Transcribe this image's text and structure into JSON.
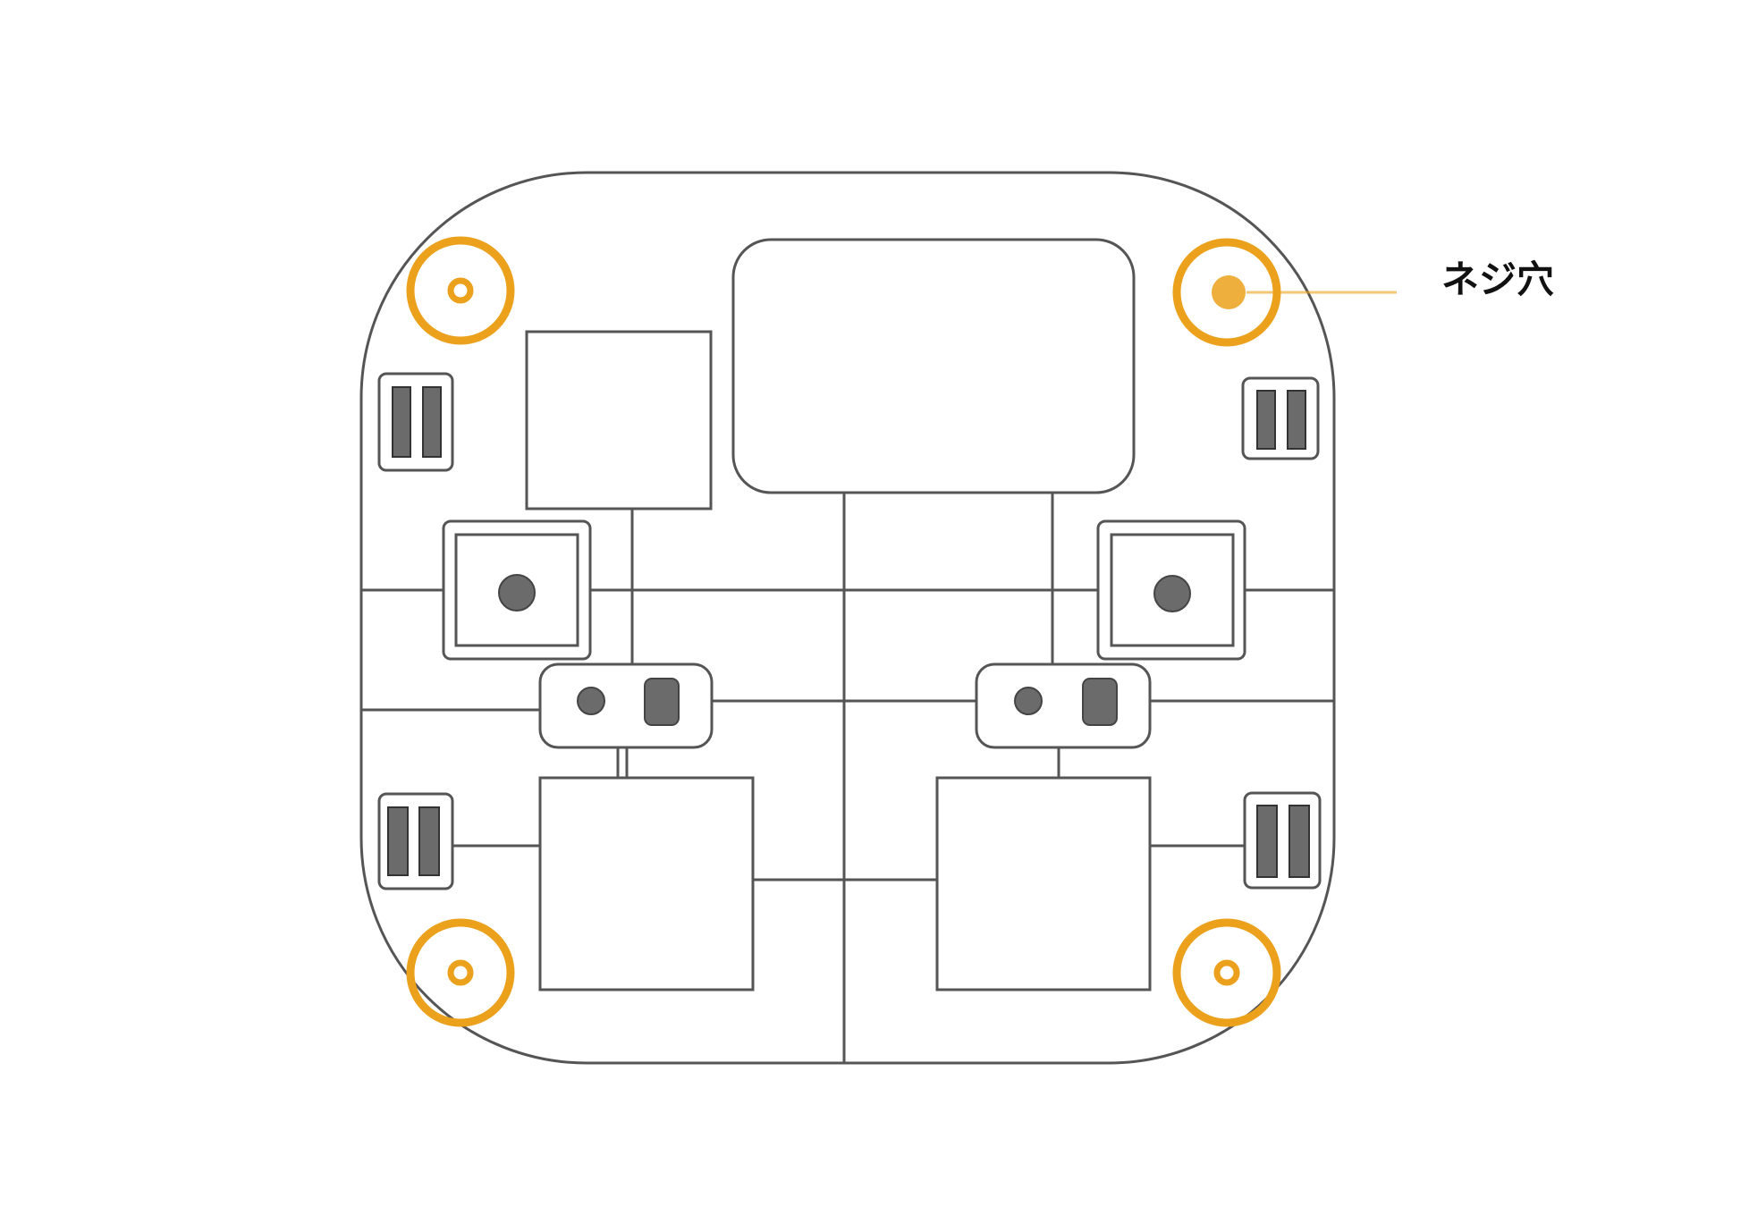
{
  "callout": {
    "label": "ネジ穴"
  },
  "colors": {
    "outline": "#555555",
    "screw_hole": "#EBA11B",
    "component_fill": "#6B6B6B",
    "background": "#FFFFFF"
  },
  "parts": {
    "screw_holes": [
      {
        "name": "screw-hole-top-left",
        "highlighted": false
      },
      {
        "name": "screw-hole-top-right",
        "highlighted": true
      },
      {
        "name": "screw-hole-bottom-left",
        "highlighted": false
      },
      {
        "name": "screw-hole-bottom-right",
        "highlighted": false
      }
    ]
  }
}
